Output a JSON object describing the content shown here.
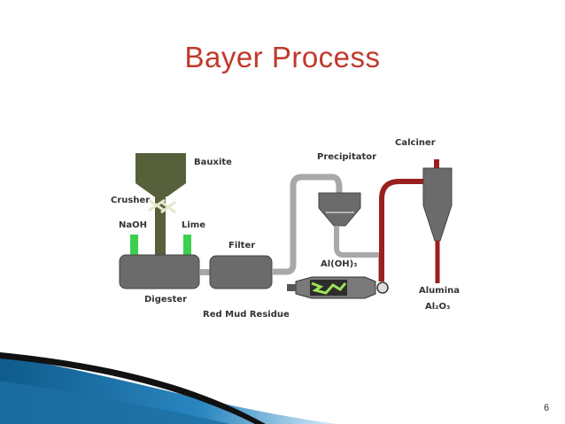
{
  "slide": {
    "title": "Bayer Process",
    "number": "6"
  },
  "diagram": {
    "labels": {
      "bauxite": "Bauxite",
      "crusher": "Crusher",
      "naoh": "NaOH",
      "lime": "Lime",
      "digester": "Digester",
      "filter": "Filter",
      "red_mud": "Red Mud Residue",
      "precipitator": "Precipitator",
      "aloh3": "Al(OH)₃",
      "calciner": "Calciner",
      "alumina": "Alumina",
      "al2o3": "Al₂O₃"
    },
    "colors": {
      "hopper": "#56603a",
      "vessel": "#6b6b6b",
      "pipe": "#a8a8a8",
      "hot_pipe": "#9a1f1f",
      "reagent": "#3fcf4f",
      "title": "#c0392b"
    }
  }
}
